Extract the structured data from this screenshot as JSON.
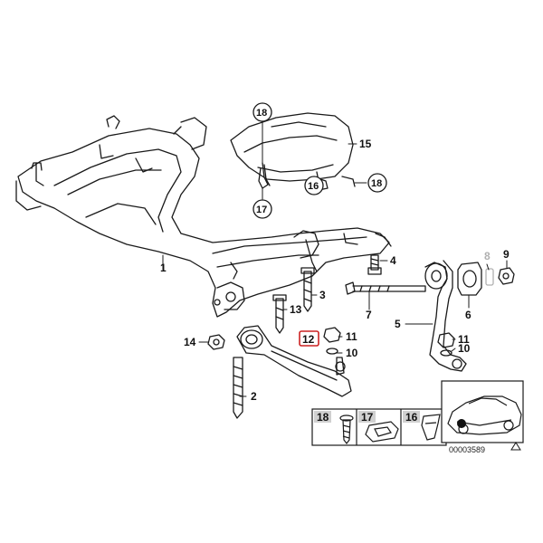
{
  "callouts": {
    "c1": "1",
    "c2": "2",
    "c3": "3",
    "c4": "4",
    "c5": "5",
    "c6": "6",
    "c7": "7",
    "c8": "8",
    "c9": "9",
    "c10a": "10",
    "c10b": "10",
    "c11a": "11",
    "c11b": "11",
    "c12": "12",
    "c13": "13",
    "c14": "14",
    "c15": "15",
    "c16": "16",
    "c17": "17",
    "c18a": "18",
    "c18b": "18"
  },
  "inset": {
    "box18": "18",
    "box17": "17",
    "box16": "16"
  },
  "diagram_code": "00003589",
  "colors": {
    "line": "#1a1a1a",
    "highlight": "#cc2222",
    "faded": "#b0b0b0",
    "inset_label_bg": "#d0d0d0"
  }
}
